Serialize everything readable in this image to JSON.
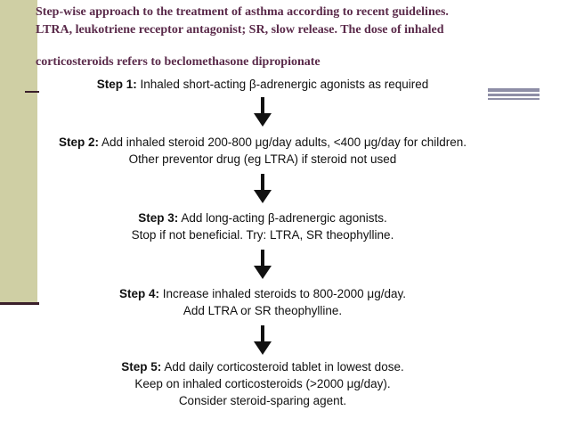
{
  "title": {
    "line1": "Step-wise approach to the treatment of asthma according to recent guidelines.",
    "line2": "LTRA, leukotriene receptor antagonist; SR, slow release. The dose of inhaled",
    "line3": "corticosteroids refers to beclomethasone dipropionate"
  },
  "steps": [
    {
      "label": "Step 1:",
      "lines": [
        "Inhaled short-acting β-adrenergic agonists as required"
      ]
    },
    {
      "label": "Step 2:",
      "lines": [
        "Add inhaled steroid 200-800 μg/day adults, <400 μg/day for children.",
        "Other preventor drug (eg LTRA) if steroid not used"
      ]
    },
    {
      "label": "Step 3:",
      "lines": [
        "Add long-acting β-adrenergic agonists.",
        "Stop if not beneficial. Try: LTRA, SR theophylline."
      ]
    },
    {
      "label": "Step 4:",
      "lines": [
        "Increase inhaled steroids to 800-2000 μg/day.",
        "Add LTRA or SR theophylline."
      ]
    },
    {
      "label": "Step 5:",
      "lines": [
        "Add daily corticosteroid tablet in lowest dose.",
        "Keep on inhaled corticosteroids (>2000 μg/day).",
        "Consider steroid-sparing agent."
      ]
    }
  ],
  "arrow_icon": "down-arrow-icon",
  "colors": {
    "title": "#5a2a4a",
    "side_band": "#cfcfa4",
    "rule": "#8e8ea6"
  }
}
